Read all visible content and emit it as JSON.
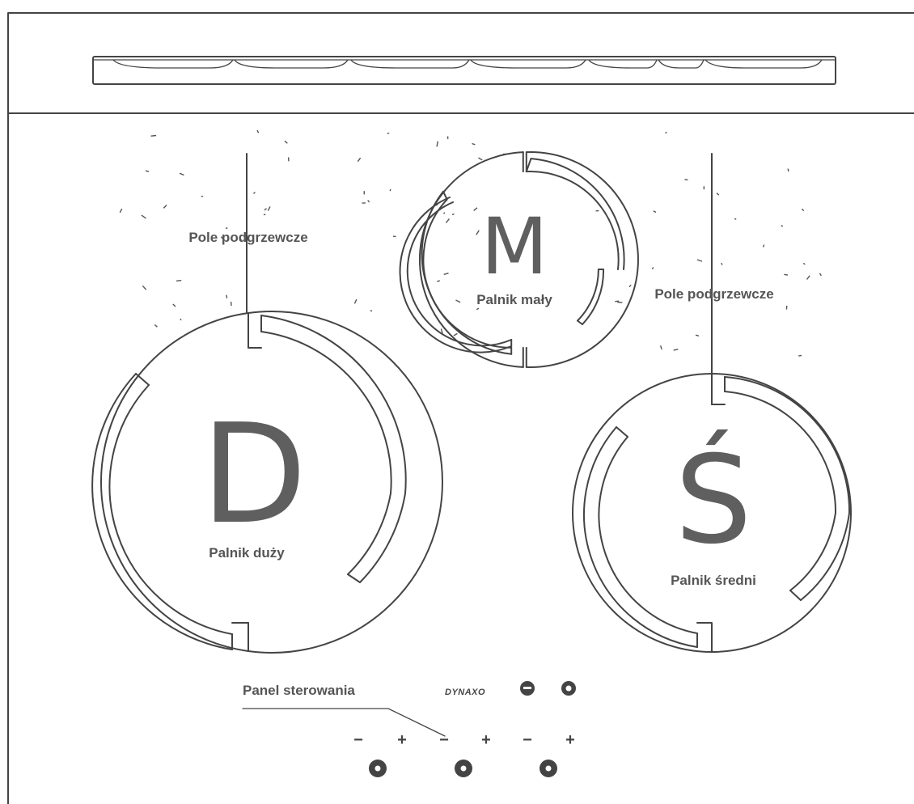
{
  "zones": {
    "small": {
      "letter": "M",
      "label": "Palnik mały"
    },
    "large": {
      "letter": "D",
      "label": "Palnik duży"
    },
    "medium": {
      "letter": "Ś",
      "label": "Palnik średni"
    }
  },
  "warming_zone_left": {
    "label": "Pole podgrzewcze"
  },
  "warming_zone_right": {
    "label": "Pole podgrzewcze"
  },
  "control_panel": {
    "label": "Panel sterowania",
    "brand": "DYNAXO",
    "minus": "−",
    "plus": "+"
  }
}
